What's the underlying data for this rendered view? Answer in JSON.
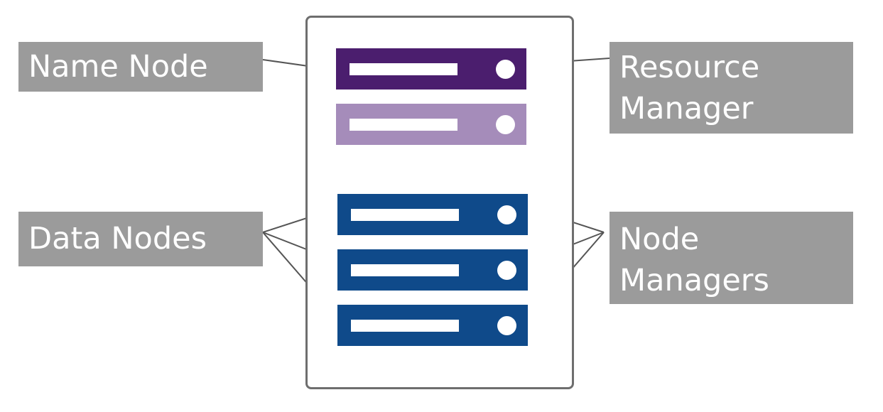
{
  "labels": {
    "name_node": "Name Node",
    "resource_manager": "Resource\nManager",
    "data_nodes": "Data Nodes",
    "node_managers": "Node\nManagers"
  },
  "colors": {
    "name_node_server": "#4b1e6e",
    "standby_server": "#a58cba",
    "worker_server": "#0f4a8a",
    "label_background": "#9b9b9b",
    "label_text": "#ffffff",
    "rack_border": "#6e6e6e",
    "connector": "#555555"
  }
}
